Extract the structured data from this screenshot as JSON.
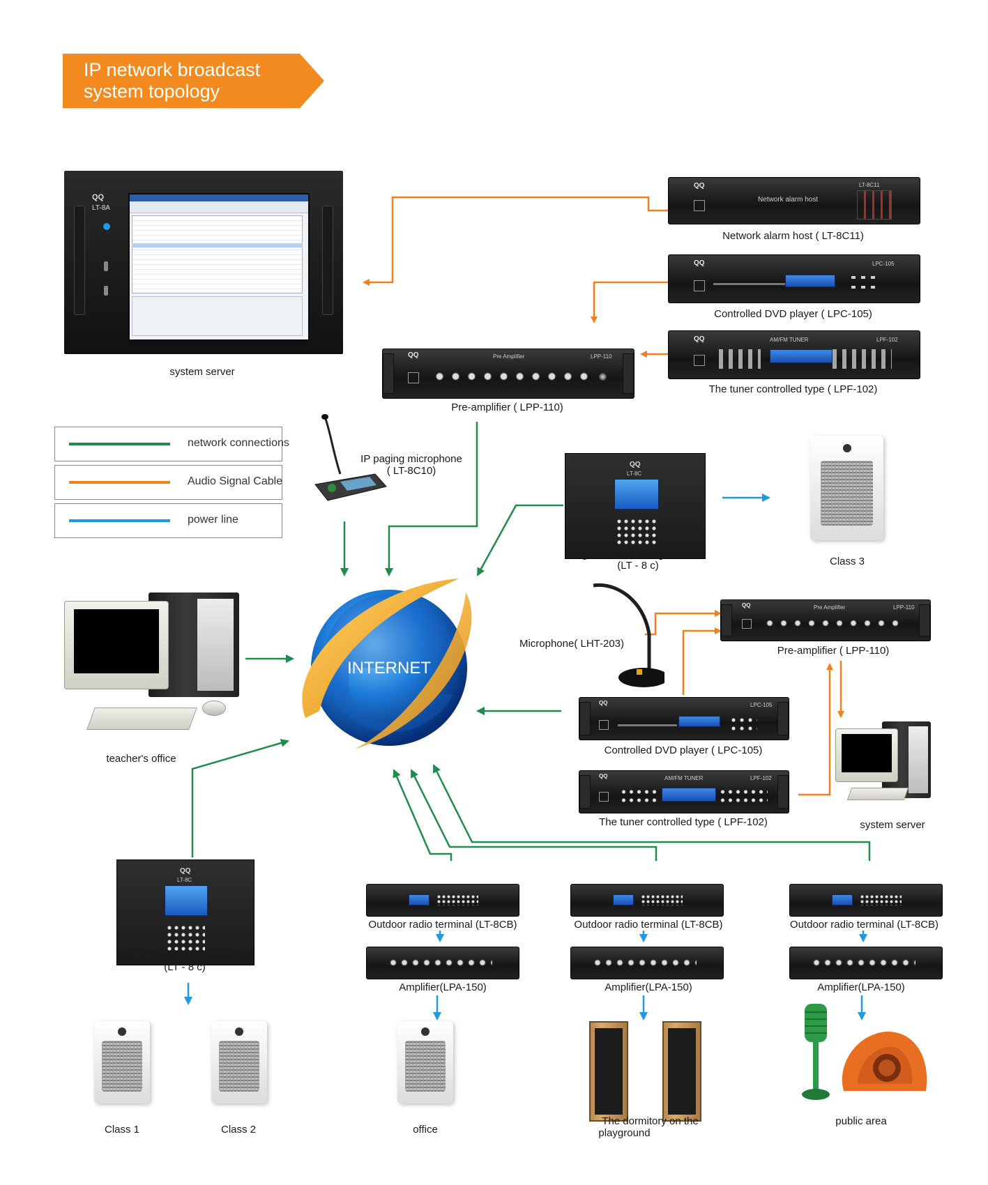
{
  "title": "IP network broadcast system topology",
  "colors": {
    "orange": "#f0821e",
    "green": "#1e8c4a",
    "blue": "#1d9be0",
    "title_bg": "#f28a1f"
  },
  "legend": {
    "network": "network connections",
    "audio": "Audio Signal Cable",
    "power": "power line"
  },
  "labels": {
    "system_server": "system server",
    "alarm_host": "Network alarm host ( LT-8C11)",
    "dvd_top": "Controlled DVD player ( LPC-105)",
    "tuner_top": "The tuner controlled type ( LPF-102)",
    "preamp_top": "Pre-amplifier ( LPP-110)",
    "ip_mic_1": "IP paging microphone",
    "ip_mic_2": "( LT-8C10)",
    "dbt_right_1": "Digital broadcasting terminal",
    "dbt_right_2": "(LT - 8 c)",
    "class3": "Class 3",
    "microphone": "Microphone( LHT-203)",
    "preamp_right": "Pre-amplifier ( LPP-110)",
    "dvd_right": "Controlled DVD player ( LPC-105)",
    "tuner_right": "The tuner controlled type ( LPF-102)",
    "system_server_2": "system server",
    "teachers_office": "teacher's office",
    "dbt_left_1": "Digital broadcasting terminal",
    "dbt_left_2": "(LT - 8 c)",
    "outdoor_1": "Outdoor radio terminal (LT-8CB)",
    "outdoor_2": "Outdoor radio terminal (LT-8CB)",
    "outdoor_3": "Outdoor radio terminal (LT-8CB)",
    "amp_1": "Amplifier(LPA-150)",
    "amp_2": "Amplifier(LPA-150)",
    "amp_3": "Amplifier(LPA-150)",
    "class1": "Class 1",
    "class2": "Class 2",
    "office": "office",
    "dormitory_1": "The dormitory on the",
    "dormitory_2": "playground",
    "public_area": "public area",
    "internet": "INTERNET"
  },
  "device_text": {
    "alarm_panel": "Network alarm host",
    "alarm_model": "LT-8C11",
    "server_model": "LT-8A",
    "dbt_model": "LT-8C",
    "preamp_panel": "Pre Amplifier",
    "preamp_model": "LPP-110",
    "dvd_model": "LPC-105",
    "tuner_panel": "AM/FM TUNER",
    "tuner_model": "LPF-102",
    "brand": "QQ"
  }
}
